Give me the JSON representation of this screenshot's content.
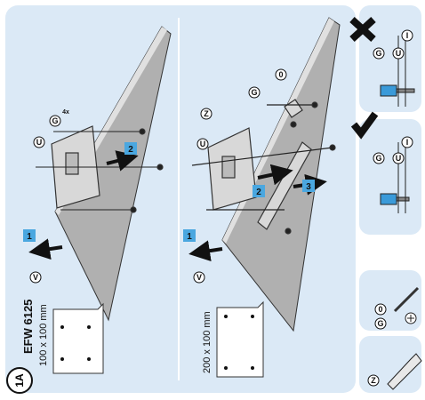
{
  "step_badge": "1A",
  "model": "EFW 6125",
  "left_spec": "100 x 100 mm",
  "right_spec": "200 x 100 mm",
  "step_numbers": {
    "left_1": "1",
    "left_2": "2",
    "right_1": "1",
    "right_2": "2",
    "right_3": "3"
  },
  "part_labels": {
    "G": "G",
    "U": "U",
    "V": "V",
    "O": "0",
    "I": "I",
    "Z": "Z",
    "qty_4x": "4x"
  },
  "side_panel": {
    "wrong_mark": "wrong-x-icon",
    "right_mark": "check-icon",
    "tool_screwdriver": "screwdriver-icon",
    "tool_wrench": "wrench-icon"
  },
  "colors": {
    "panel_bg": "#dbe9f6",
    "accent_blue": "#2f8fd0",
    "step_box": "#4aa7e0",
    "tv_grey": "#a8a8a8"
  }
}
